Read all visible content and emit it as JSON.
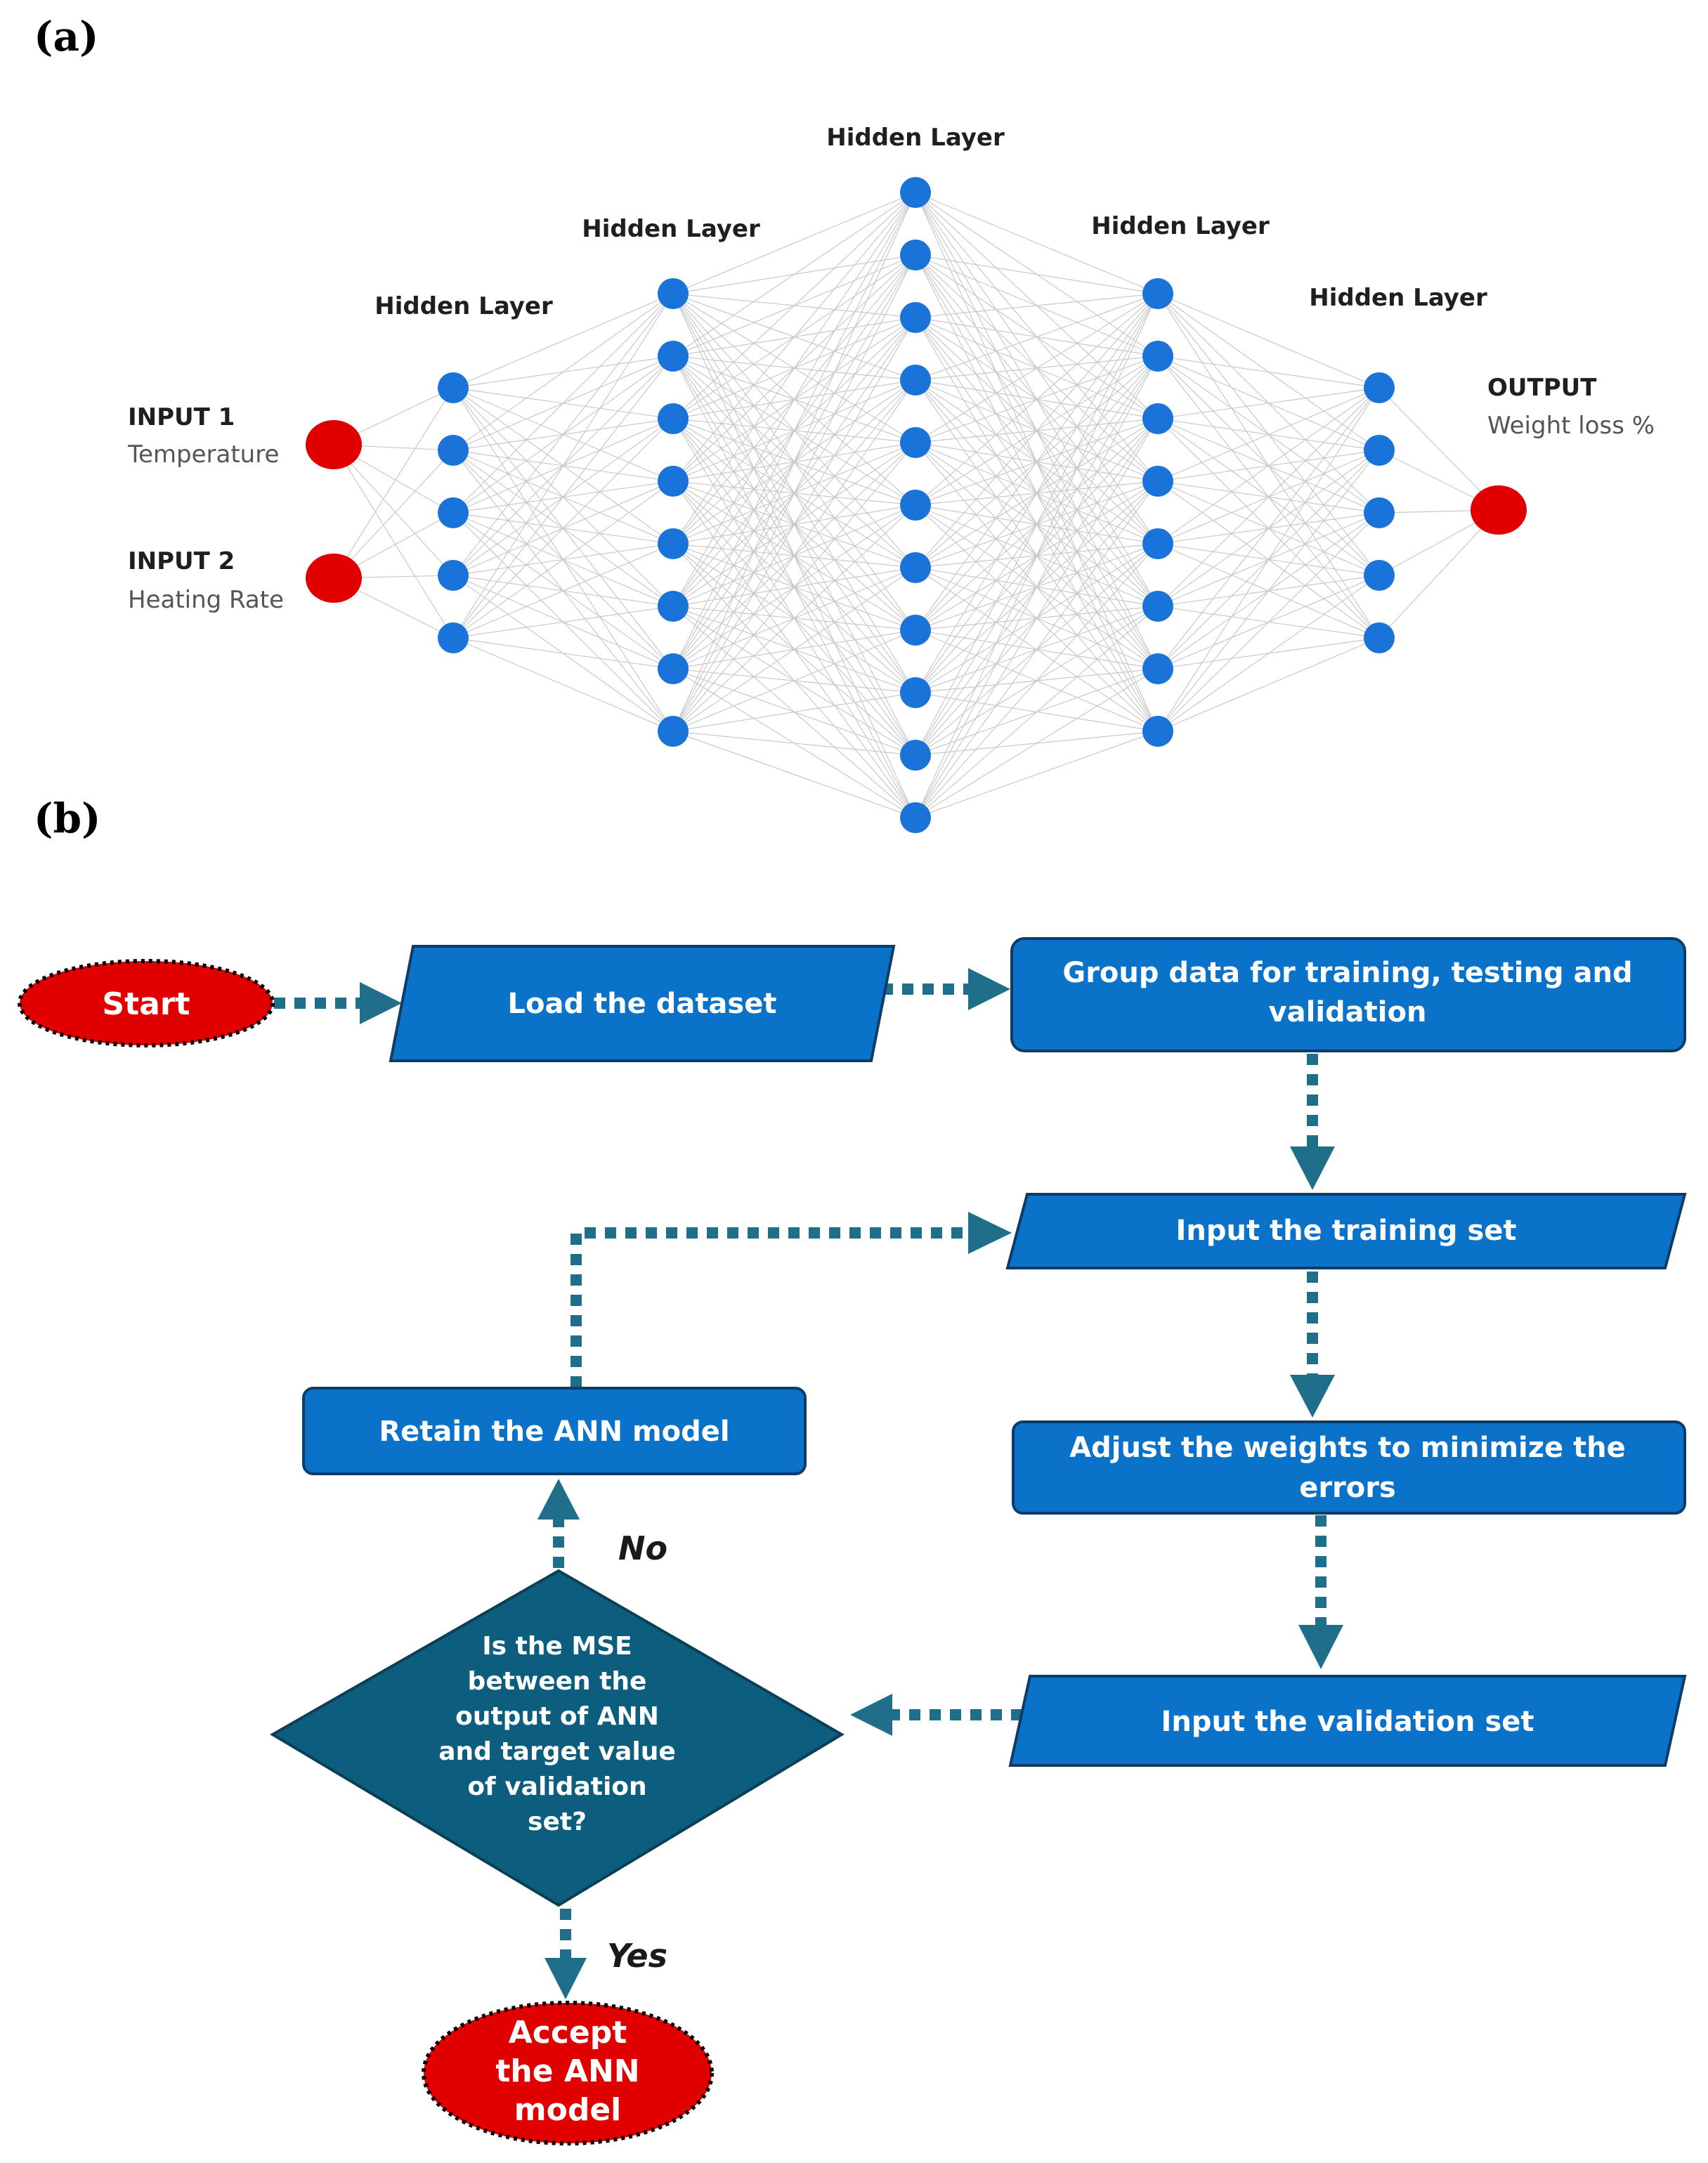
{
  "panel_a": {
    "label": "(a)",
    "layer_title": "Hidden Layer",
    "inputs": [
      {
        "title": "INPUT 1",
        "subtitle": "Temperature"
      },
      {
        "title": "INPUT 2",
        "subtitle": "Heating Rate"
      }
    ],
    "output": {
      "title": "OUTPUT",
      "subtitle": "Weight loss %"
    },
    "hidden_layer_node_counts": [
      5,
      8,
      11,
      8,
      5
    ],
    "colors": {
      "hidden_node": "#1a73d9",
      "io_node": "#e00000",
      "connection": "#c9c9c9"
    }
  },
  "panel_b": {
    "label": "(b)",
    "start": "Start",
    "load": "Load the dataset",
    "group": [
      "Group data for training, testing and",
      "validation"
    ],
    "input_training": "Input the training set",
    "adjust": [
      "Adjust the weights to minimize the",
      "errors"
    ],
    "input_validation": "Input the validation set",
    "decision": [
      "Is the MSE",
      "between the",
      "output of ANN",
      "and target value",
      "of validation",
      "set?"
    ],
    "retain": "Retain the ANN model",
    "no_label": "No",
    "yes_label": "Yes",
    "accept": [
      "Accept",
      "the ANN",
      "model"
    ],
    "colors": {
      "process_box": "#0b72c9",
      "decision": "#0d5e7e",
      "terminal": "#e00000",
      "arrow": "#1f6f8b"
    }
  }
}
